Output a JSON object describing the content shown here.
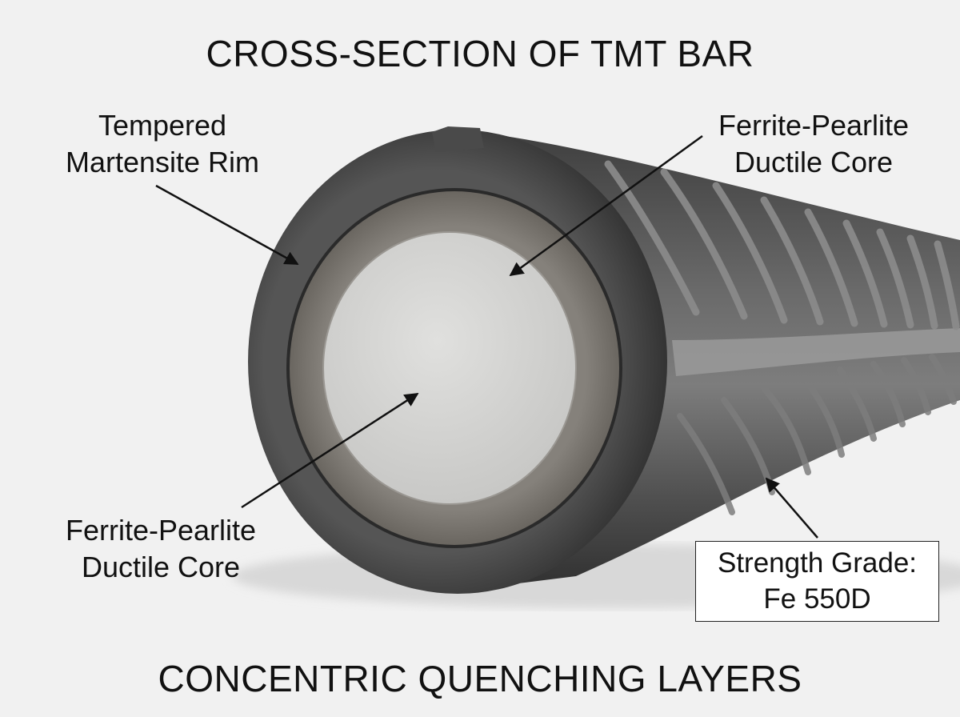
{
  "diagram": {
    "title": "CROSS-SECTION OF TMT BAR",
    "subtitle": "CONCENTRIC QUENCHING LAYERS",
    "labels": {
      "rim": {
        "line1": "Tempered",
        "line2": "Martensite Rim"
      },
      "core_upper": {
        "line1": "Ferrite-Pearlite",
        "line2": "Ductile Core"
      },
      "core_lower": {
        "line1": "Ferrite-Pearlite",
        "line2": "Ductile Core"
      },
      "grade": {
        "line1": "Strength Grade:",
        "line2": "Fe 550D"
      }
    },
    "colors": {
      "background": "#f1f1f1",
      "rim": "#4a4a4a",
      "transition_ring": "#7c7872",
      "core": "#d6d6d4",
      "bar_surface": "#5e5e5e",
      "ribs": "#8a8a8a",
      "text": "#111111"
    }
  }
}
